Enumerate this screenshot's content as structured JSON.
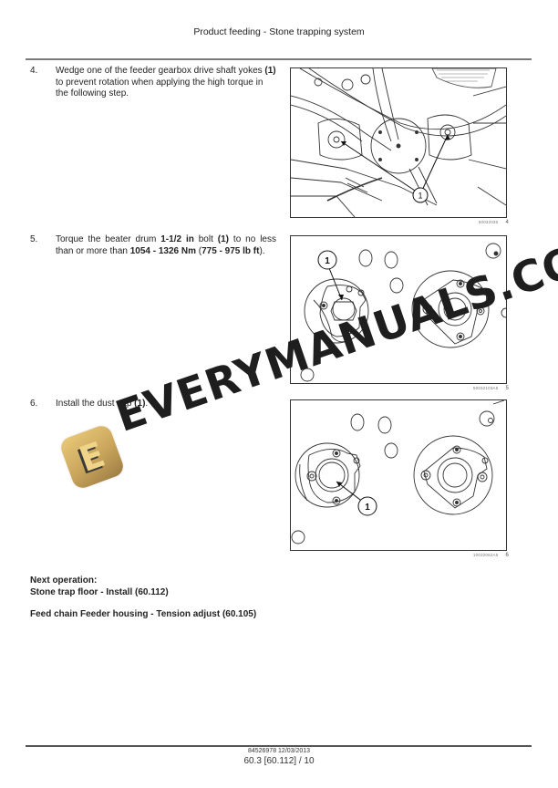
{
  "header": {
    "title": "Product feeding - Stone trapping system"
  },
  "steps": [
    {
      "number": "4.",
      "parts": [
        {
          "text": "Wedge one of the feeder gearbox drive shaft yokes ",
          "bold": false
        },
        {
          "text": "(1)",
          "bold": true
        },
        {
          "text": " to prevent rotation when applying the high torque in the following step.",
          "bold": false
        }
      ],
      "figure": {
        "id": "50032030",
        "number": "4",
        "callout": "1"
      }
    },
    {
      "number": "5.",
      "parts": [
        {
          "text": "Torque the beater drum ",
          "bold": false
        },
        {
          "text": "1-1/2 in",
          "bold": true
        },
        {
          "text": " bolt ",
          "bold": false
        },
        {
          "text": "(1)",
          "bold": true
        },
        {
          "text": " to no less than or more than ",
          "bold": false
        },
        {
          "text": "1054 - 1326 Nm",
          "bold": true
        },
        {
          "text": " (",
          "bold": false
        },
        {
          "text": "775 - 975 lb ft",
          "bold": true
        },
        {
          "text": ").",
          "bold": false
        }
      ],
      "figure": {
        "id": "50032103A5",
        "number": "5",
        "callout": "1"
      }
    },
    {
      "number": "6.",
      "parts": [
        {
          "text": "Install the dust cap ",
          "bold": false
        },
        {
          "text": "(1)",
          "bold": true
        },
        {
          "text": ".",
          "bold": false
        }
      ],
      "figure": {
        "id": "10032082A5",
        "number": "6",
        "callout": "1"
      }
    }
  ],
  "next_operation": {
    "label": "Next operation:",
    "items": [
      "Stone trap floor - Install (60.112)",
      "Feed chain Feeder housing - Tension adjust (60.105)"
    ]
  },
  "footer": {
    "doc_info": "84526978 12/03/2013",
    "page_ref": "60.3 [60.112] / 10"
  },
  "watermark": {
    "text": "EVERYMANUALS.COM",
    "logo_letter": "E",
    "logo_color": "#d4b265"
  }
}
